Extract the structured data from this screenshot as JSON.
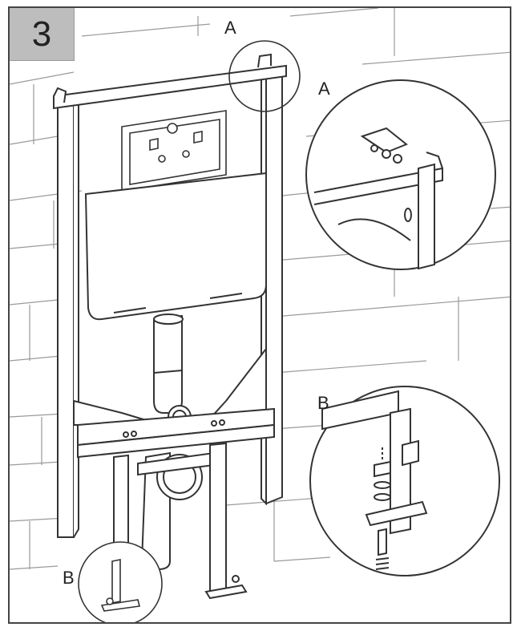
{
  "step": {
    "number": "3"
  },
  "callouts": {
    "top_marker": "A",
    "top_detail": "A",
    "bottom_marker": "B",
    "bottom_detail": "B"
  },
  "colors": {
    "line": "#333333",
    "brick": "#9a9a9a",
    "badge": "#bdbdbd"
  }
}
